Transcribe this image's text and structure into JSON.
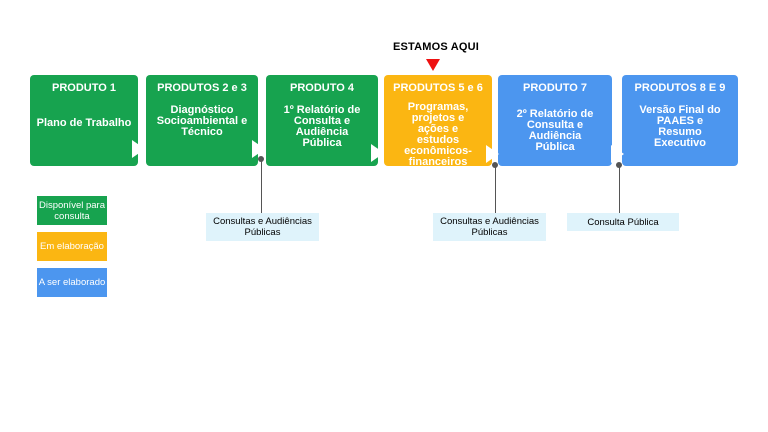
{
  "indicator": {
    "label": "ESTAMOS AQUI",
    "color": "#ee1111"
  },
  "colors": {
    "available": "#17a34f",
    "in_progress": "#fbb612",
    "to_do": "#4c96ef",
    "consult_bg": "#dff3fb"
  },
  "products": [
    {
      "title": "PRODUTO 1",
      "desc": "Plano de Trabalho",
      "status": "available"
    },
    {
      "title": "PRODUTOS 2 e 3",
      "desc": "Diagnóstico Socioambiental e Técnico",
      "status": "available"
    },
    {
      "title": "PRODUTO 4",
      "desc": "1º Relatório de Consulta e Audiência Pública",
      "status": "available"
    },
    {
      "title": "PRODUTOS 5 e 6",
      "desc": "Programas, projetos e ações e estudos econômicos-financeiros",
      "status": "in_progress"
    },
    {
      "title": "PRODUTO 7",
      "desc": "2º Relatório de Consulta e Audiência Pública",
      "status": "to_do"
    },
    {
      "title": "PRODUTOS 8 E 9",
      "desc": "Versão Final do PAAES e Resumo Executivo",
      "status": "to_do"
    }
  ],
  "consultations": [
    {
      "label": "Consultas e Audiências Públicas"
    },
    {
      "label": "Consultas e Audiências Públicas"
    },
    {
      "label": "Consulta Pública"
    }
  ],
  "legend": [
    {
      "label": "Disponível para consulta",
      "status": "available"
    },
    {
      "label": "Em elaboração",
      "status": "in_progress"
    },
    {
      "label": "A ser elaborado",
      "status": "to_do"
    }
  ]
}
